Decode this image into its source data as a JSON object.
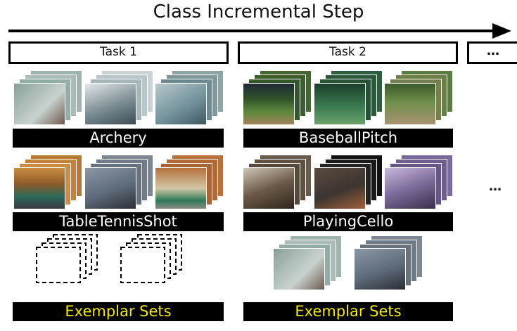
{
  "title": "Class Incremental Step",
  "tasks": [
    {
      "label": "Task 1"
    },
    {
      "label": "Task 2"
    }
  ],
  "more_box_label": "…",
  "right_ellipsis": "…",
  "classes": [
    {
      "label": "Archery"
    },
    {
      "label": "BaseballPitch"
    },
    {
      "label": "TableTennisShot"
    },
    {
      "label": "PlayingCello"
    }
  ],
  "exemplar_label": "Exemplar Sets",
  "colors": {
    "archery": [
      "#8ea7a0",
      "#b0c4c6",
      "#6f8f98"
    ],
    "baseball": [
      "#4e7a3a",
      "#2f5e2e",
      "#7a6b4a"
    ],
    "tabletennis": [
      "#c79040",
      "#5d6a78",
      "#b56f3c"
    ],
    "cello": [
      "#6b5a48",
      "#3d3530",
      "#7a6a9a"
    ],
    "exemplar_text": "#f2e800"
  }
}
